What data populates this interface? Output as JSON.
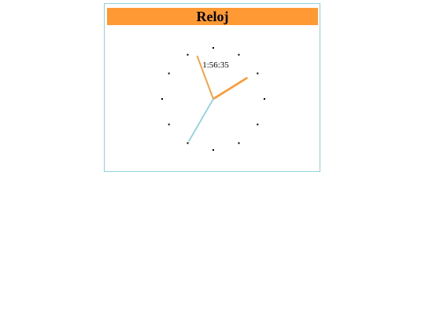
{
  "window": {
    "title": "Reloj"
  },
  "clock": {
    "time_text": "1:56:35",
    "hours": 1,
    "minutes": 56,
    "seconds": 35,
    "colors": {
      "frame_border": "#8fd3e0",
      "title_bar": "#ff9933",
      "hour_hand": "#ff9933",
      "minute_hand": "#ff9933",
      "second_hand": "#8fd3e0",
      "tick": "#000000"
    }
  }
}
